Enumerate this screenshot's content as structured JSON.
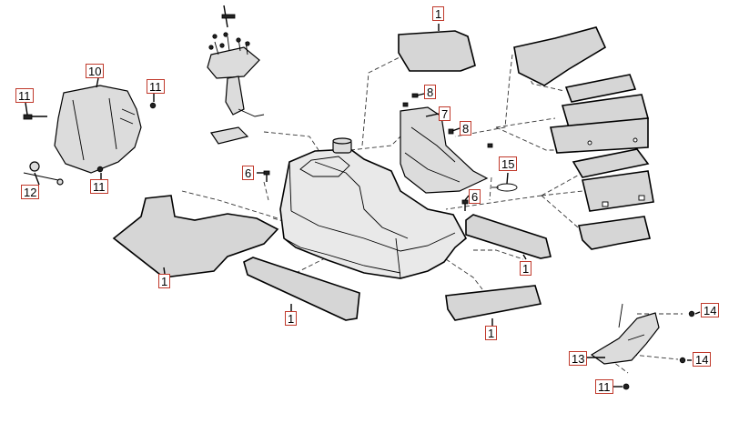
{
  "diagram": {
    "callouts": [
      {
        "id": "c1-top",
        "label": "1"
      },
      {
        "id": "c1-left",
        "label": "1"
      },
      {
        "id": "c1-bottom",
        "label": "1"
      },
      {
        "id": "c1-right",
        "label": "1"
      },
      {
        "id": "c1-lower-right",
        "label": "1"
      },
      {
        "id": "c6-left",
        "label": "6"
      },
      {
        "id": "c6-right",
        "label": "6"
      },
      {
        "id": "c7",
        "label": "7"
      },
      {
        "id": "c8-top",
        "label": "8"
      },
      {
        "id": "c8-lower",
        "label": "8"
      },
      {
        "id": "c10",
        "label": "10"
      },
      {
        "id": "c11-left",
        "label": "11"
      },
      {
        "id": "c11-right",
        "label": "11"
      },
      {
        "id": "c11-bottom",
        "label": "11"
      },
      {
        "id": "c11-lower-right",
        "label": "11"
      },
      {
        "id": "c12",
        "label": "12"
      },
      {
        "id": "c13",
        "label": "13"
      },
      {
        "id": "c14-top",
        "label": "14"
      },
      {
        "id": "c14-bottom",
        "label": "14"
      },
      {
        "id": "c15",
        "label": "15"
      }
    ]
  }
}
